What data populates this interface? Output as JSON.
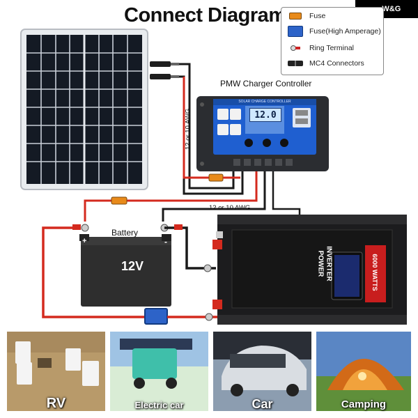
{
  "diagram": {
    "title": "Connect Diagram",
    "brand": "W&G",
    "legend": [
      {
        "label": "Fuse",
        "icon": "fuse-icon"
      },
      {
        "label": "Fuse(High Amperage)",
        "icon": "high-amperage-fuse-icon"
      },
      {
        "label": "Ring Terminal",
        "icon": "ring-terminal-icon"
      },
      {
        "label": "MC4 Connectors",
        "icon": "mc4-connector-icon"
      }
    ],
    "controller_label": "PMW Charger Controller",
    "controller_screen": "12.0",
    "controller_header": "SOLAR CHARGE CONTROLLER",
    "wire_gauge_vertical": "12 or 10 AWG",
    "wire_gauge_horizontal": "12 or 10 AWG",
    "battery_label": "Battery",
    "battery_voltage": "12V",
    "battery_plus": "+",
    "battery_minus": "-",
    "inverter_text_1": "POWER",
    "inverter_text_2": "INVERTER",
    "inverter_watts": "6000 WATTS",
    "colors": {
      "wire_red": "#d42a1e",
      "wire_black": "#1a1a1a",
      "fuse_orange": "#e88a1a",
      "fuse_blue": "#2d63c8",
      "controller_blue": "#1f5fd0"
    }
  },
  "photos": [
    {
      "label": "RV",
      "icon": "rv-photo"
    },
    {
      "label": "Electric car",
      "icon": "electric-car-photo"
    },
    {
      "label": "Car",
      "icon": "car-photo"
    },
    {
      "label": "Camping",
      "icon": "camping-photo"
    }
  ]
}
